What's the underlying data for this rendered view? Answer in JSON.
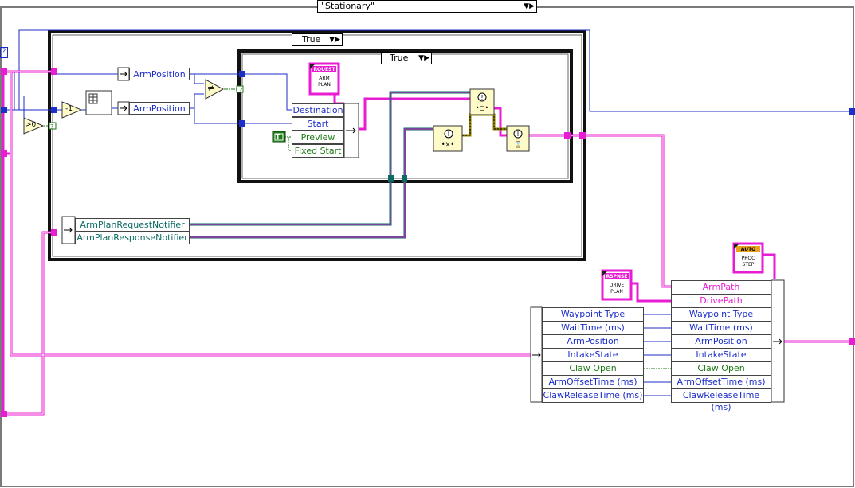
{
  "main_selector": {
    "value": "\"Stationary\""
  },
  "outer_case": {
    "value": "True"
  },
  "inner_case": {
    "value": "True"
  },
  "left_indicators": {
    "question": "?"
  },
  "arm_position_1": "ArmPosition",
  "arm_position_2": "ArmPosition",
  "compare": {
    "greater_zero": ">0",
    "minus_one": "-1",
    "not_equal": "≠"
  },
  "request_notifier_label": "ArmPlanRequestNotifier",
  "response_notifier_label": "ArmPlanResponseNotifier",
  "arm_plan_cluster": {
    "tag": "RQUEST",
    "line1": "ARM",
    "line2": "PLAN",
    "fields": [
      "Destination",
      "Start",
      "Preview",
      "Fixed Start"
    ]
  },
  "true_constant": "T",
  "drive_plan_cluster": {
    "tag": "RSPNSE",
    "line1": "DRIVE",
    "line2": "PLAN"
  },
  "proc_step_cluster": {
    "tag": "AUTO",
    "line1": "PROC",
    "line2": "STEP"
  },
  "unbundle_fields": [
    "Waypoint Type",
    "WaitTime (ms)",
    "ArmPosition",
    "IntakeState",
    "Claw Open",
    "ArmOffsetTime (ms)",
    "ClawReleaseTime (ms)"
  ],
  "bundle_fields": [
    "ArmPath",
    "DrivePath",
    "Waypoint Type",
    "WaitTime (ms)",
    "ArmPosition",
    "IntakeState",
    "Claw Open",
    "ArmOffsetTime (ms)",
    "ClawReleaseTime (ms)"
  ],
  "colors": {
    "pink_wire": "#e81cd2",
    "blue_wire": "#1c2ec8",
    "teal_wire": "#0b6b63",
    "green_wire": "#1d7a14",
    "frame": "#1a1a1a"
  }
}
